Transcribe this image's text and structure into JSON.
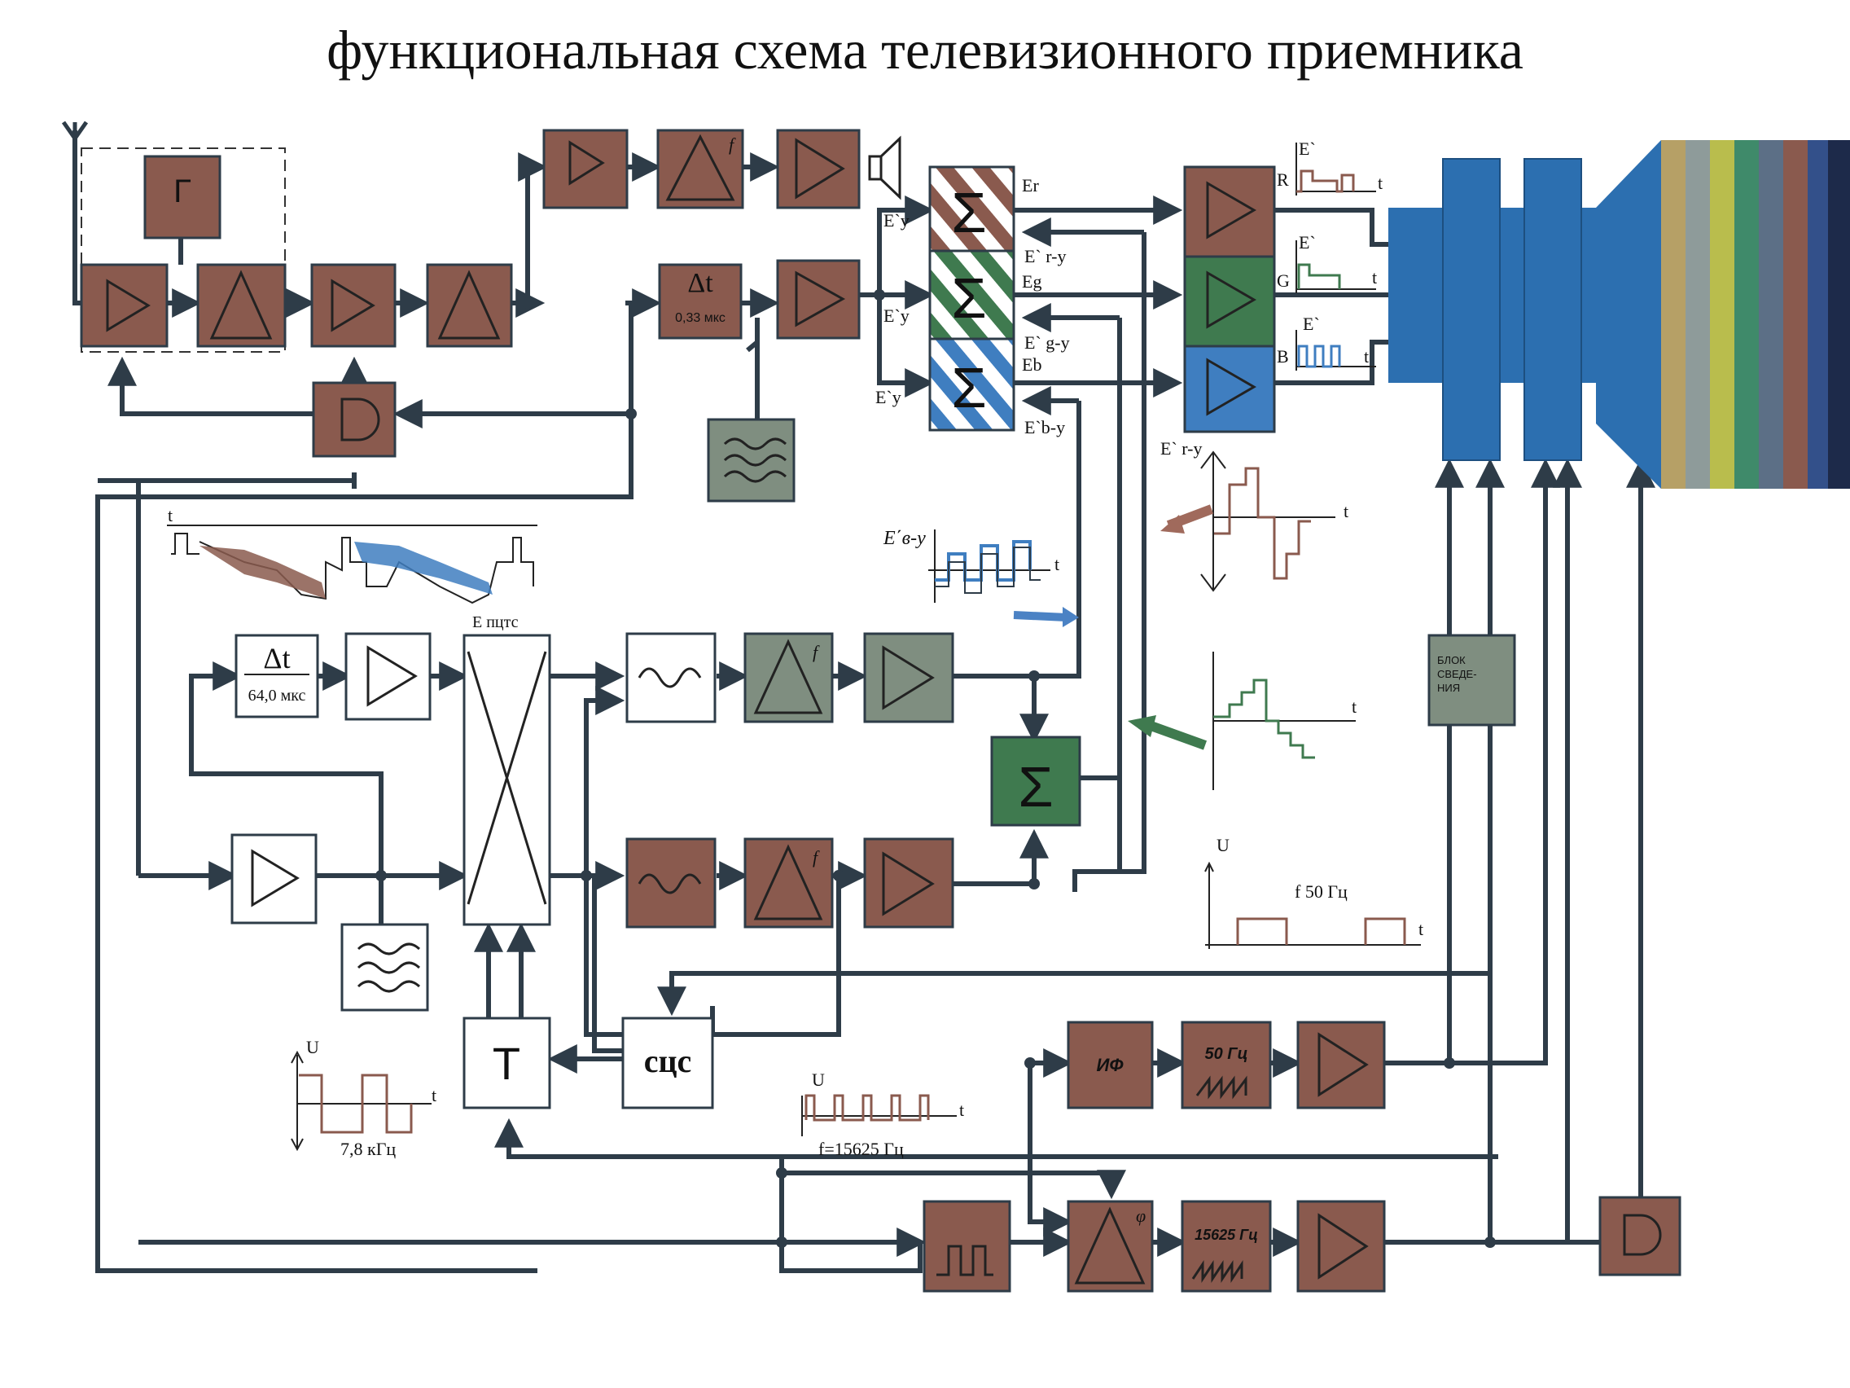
{
  "title": "функциональная схема телевизионного приемника",
  "colors": {
    "brown": "#8a5a4e",
    "gray_green": "#7f8e80",
    "green": "#3f7a4f",
    "blue": "#3f7ec0",
    "line": "#2e3c48",
    "kinescope_body": "#2c6fb0"
  },
  "labels": {
    "delay_1": "0,33 мкс",
    "delay_2": "64,0 мкс",
    "delta_t": "Δt",
    "e_ptsts": "Е пцтс",
    "sum_r": "Er",
    "sum_g": "Eg",
    "sum_b": "Eb",
    "ey_1": "E`y",
    "ey_2": "E`y",
    "ey_3": "E`y",
    "er_y": "E` r-y",
    "eg_y": "E` g-y",
    "eb_y": "E`b-y",
    "er_y_2": "E` r-y",
    "eb_y_wave": "E΄в-у",
    "r": "R",
    "g": "G",
    "b": "B",
    "e1": "E`",
    "e2": "E`",
    "e3": "E`",
    "t": "t",
    "u": "U",
    "f50": "f 50 Гц",
    "f15625": "f=15625 Гц",
    "f78": "7,8 кГц",
    "scs": "сцс",
    "trigger": "T",
    "blok": "БЛОК СВЕДЕ- НИЯ",
    "if": "ИФ",
    "hz50": "50 Гц",
    "hz15625": "15625 Гц",
    "gen": "Г",
    "phi": "φ",
    "f_sym": "f"
  }
}
